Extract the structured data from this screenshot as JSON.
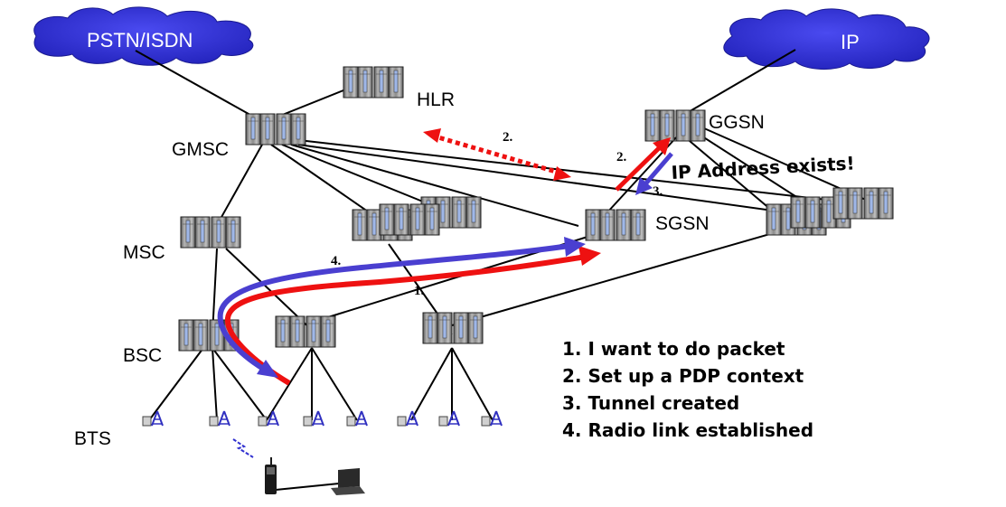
{
  "clouds": {
    "pstn": "PSTN/ISDN",
    "ip": "IP"
  },
  "nodes": {
    "hlr": "HLR",
    "gmsc": "GMSC",
    "msc": "MSC",
    "bsc": "BSC",
    "bts": "BTS",
    "sgsn": "SGSN",
    "ggsn": "GGSN"
  },
  "flow_labels": {
    "hlr_sgsn": "2.",
    "sgsn_ggsn_up": "2.",
    "ggsn_sgsn_down": "3.",
    "radio": "4.",
    "request": "1."
  },
  "ip_message": "IP Address exists!",
  "legend": [
    "1. I want to do packet",
    "2. Set up a PDP context",
    "3. Tunnel created",
    "4. Radio link established"
  ],
  "colors": {
    "cloud": "#3333dd",
    "red_arrow": "#ee1111",
    "blue_arrow": "#4a3fd0",
    "node_body": "#8e8e8e",
    "antenna": "#3030c0"
  }
}
